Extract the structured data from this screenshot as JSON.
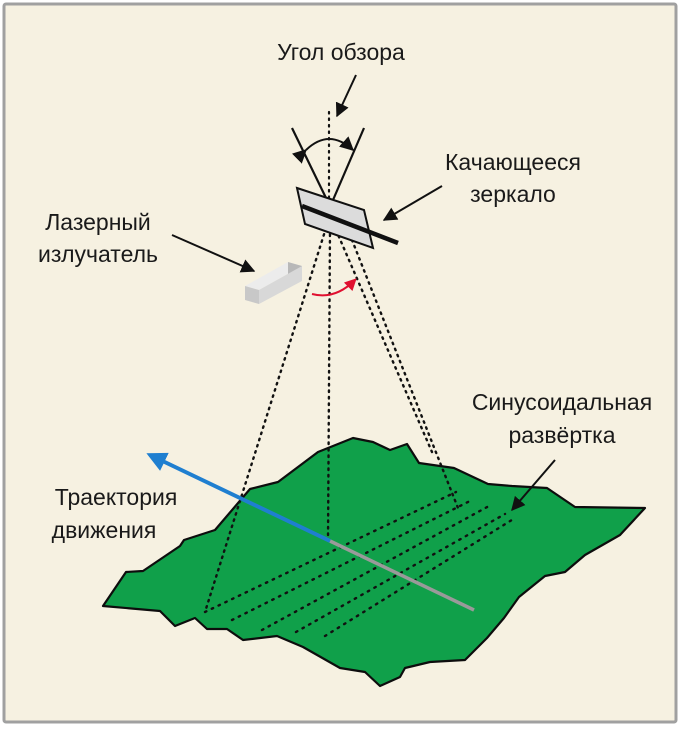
{
  "labels": {
    "view_angle": "Угол обзора",
    "mirror_line1": "Качающееся",
    "mirror_line2": "зеркало",
    "laser_line1": "Лазерный",
    "laser_line2": "излучатель",
    "scan_line1": "Синусоидальная",
    "scan_line2": "развёртка",
    "trajectory_line1": "Траектория",
    "trajectory_line2": "движения"
  },
  "colors": {
    "background": "#f6f1e1",
    "border": "#a0a0a0",
    "terrain": "#10a04a",
    "terrain_outline": "#0d0d0d",
    "trajectory_front": "#1f7fd0",
    "trajectory_back": "#9a9a9a",
    "rotation_arrow": "#e01030",
    "laser_body": "#cfcfcf"
  },
  "icons": {
    "mirror": "oscillating-mirror-icon",
    "laser": "laser-emitter-icon",
    "rotation": "rotation-arrow-icon"
  }
}
